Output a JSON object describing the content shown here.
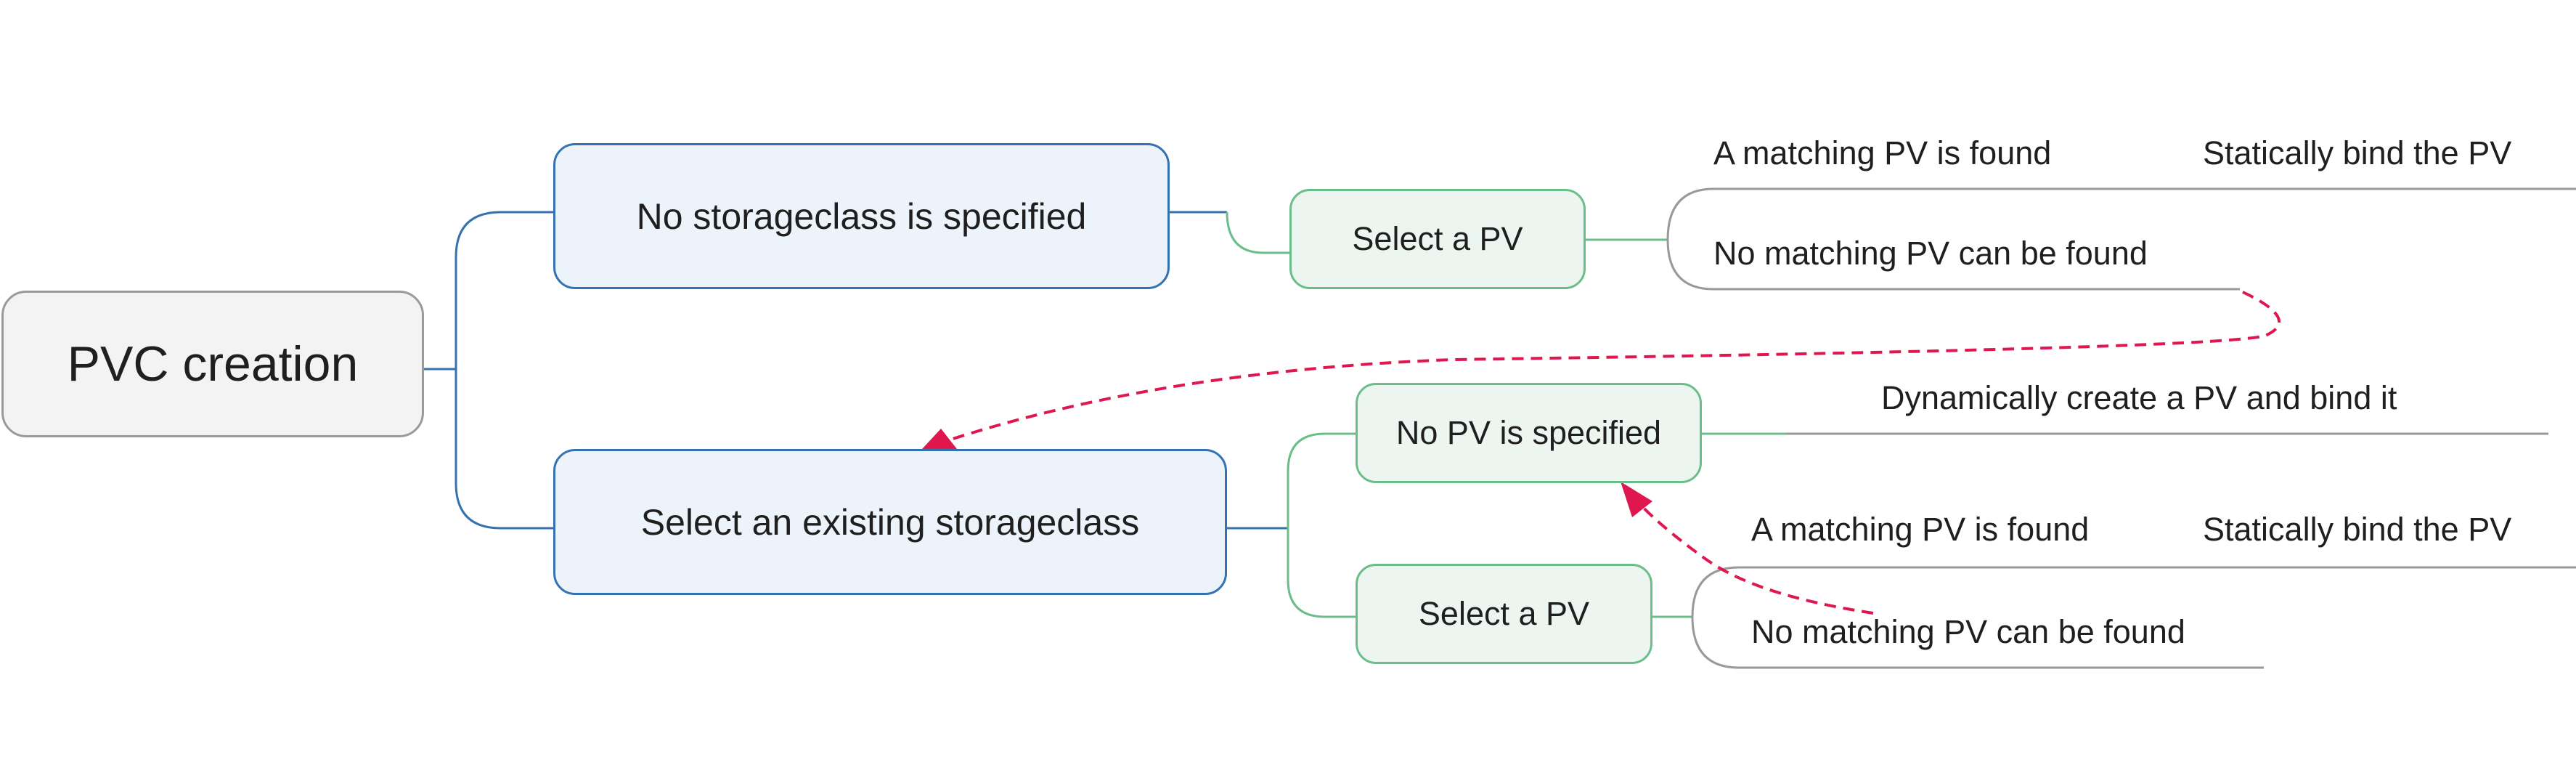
{
  "diagram": {
    "root": {
      "label": "PVC creation"
    },
    "branches": [
      {
        "label": "No storageclass is specified",
        "children": [
          {
            "label": "Select a PV",
            "outcomes": [
              {
                "condition": "A matching PV is found",
                "result": "Statically bind the PV"
              },
              {
                "condition": "No matching PV can be found",
                "result": ""
              }
            ]
          }
        ]
      },
      {
        "label": "Select an existing storageclass",
        "children": [
          {
            "label": "No PV is specified",
            "outcomes": [
              {
                "condition": "",
                "result": "Dynamically create a PV and bind it"
              }
            ]
          },
          {
            "label": "Select a PV",
            "outcomes": [
              {
                "condition": "A matching PV is found",
                "result": "Statically bind the PV"
              },
              {
                "condition": "No matching PV can be found",
                "result": ""
              }
            ]
          }
        ]
      }
    ],
    "cross_links": [
      {
        "from": "No matching PV can be found (no storageclass)",
        "to": "Select an existing storageclass",
        "style": "dashed"
      },
      {
        "from": "No matching PV can be found (existing storageclass)",
        "to": "No PV is specified",
        "style": "dashed"
      }
    ],
    "colors": {
      "root_fill": "#f3f3f3",
      "root_border": "#9a9a9a",
      "level1_fill": "#edf3fa",
      "level1_border": "#3572b0",
      "level2_fill": "#ecf5ef",
      "level2_border": "#6bbd89",
      "leaf_line": "#999999",
      "cross_link": "#e0174f"
    }
  }
}
